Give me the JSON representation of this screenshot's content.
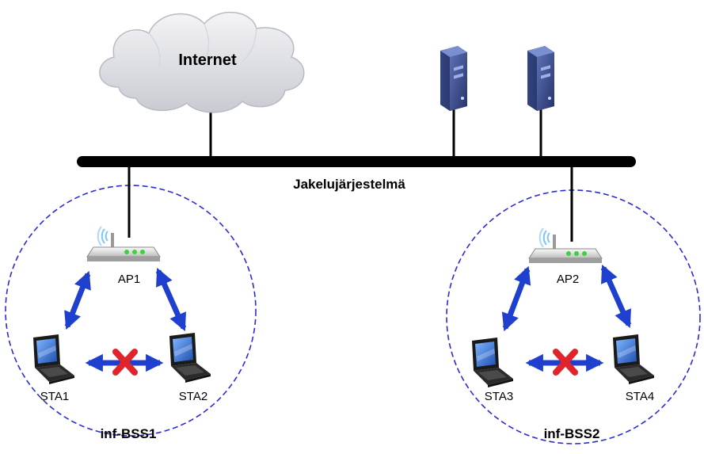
{
  "labels": {
    "internet": "Internet",
    "backbone": "Jakelujärjestelmä",
    "ap1": "AP1",
    "ap2": "AP2",
    "sta1": "STA1",
    "sta2": "STA2",
    "sta3": "STA3",
    "sta4": "STA4",
    "bss1": "inf-BSS1",
    "bss2": "inf-BSS2"
  },
  "colors": {
    "bss_boundary": "#2b2bd4",
    "link_arrow": "#1f3fcf",
    "blocked_mark": "#e0242c",
    "backbone": "#000000",
    "server": "#3a4f8f"
  },
  "icons": {
    "cloud": "cloud-icon",
    "server": "server-icon",
    "access_point": "wireless-router-icon",
    "station": "laptop-icon",
    "blocked": "cross-mark-icon"
  }
}
